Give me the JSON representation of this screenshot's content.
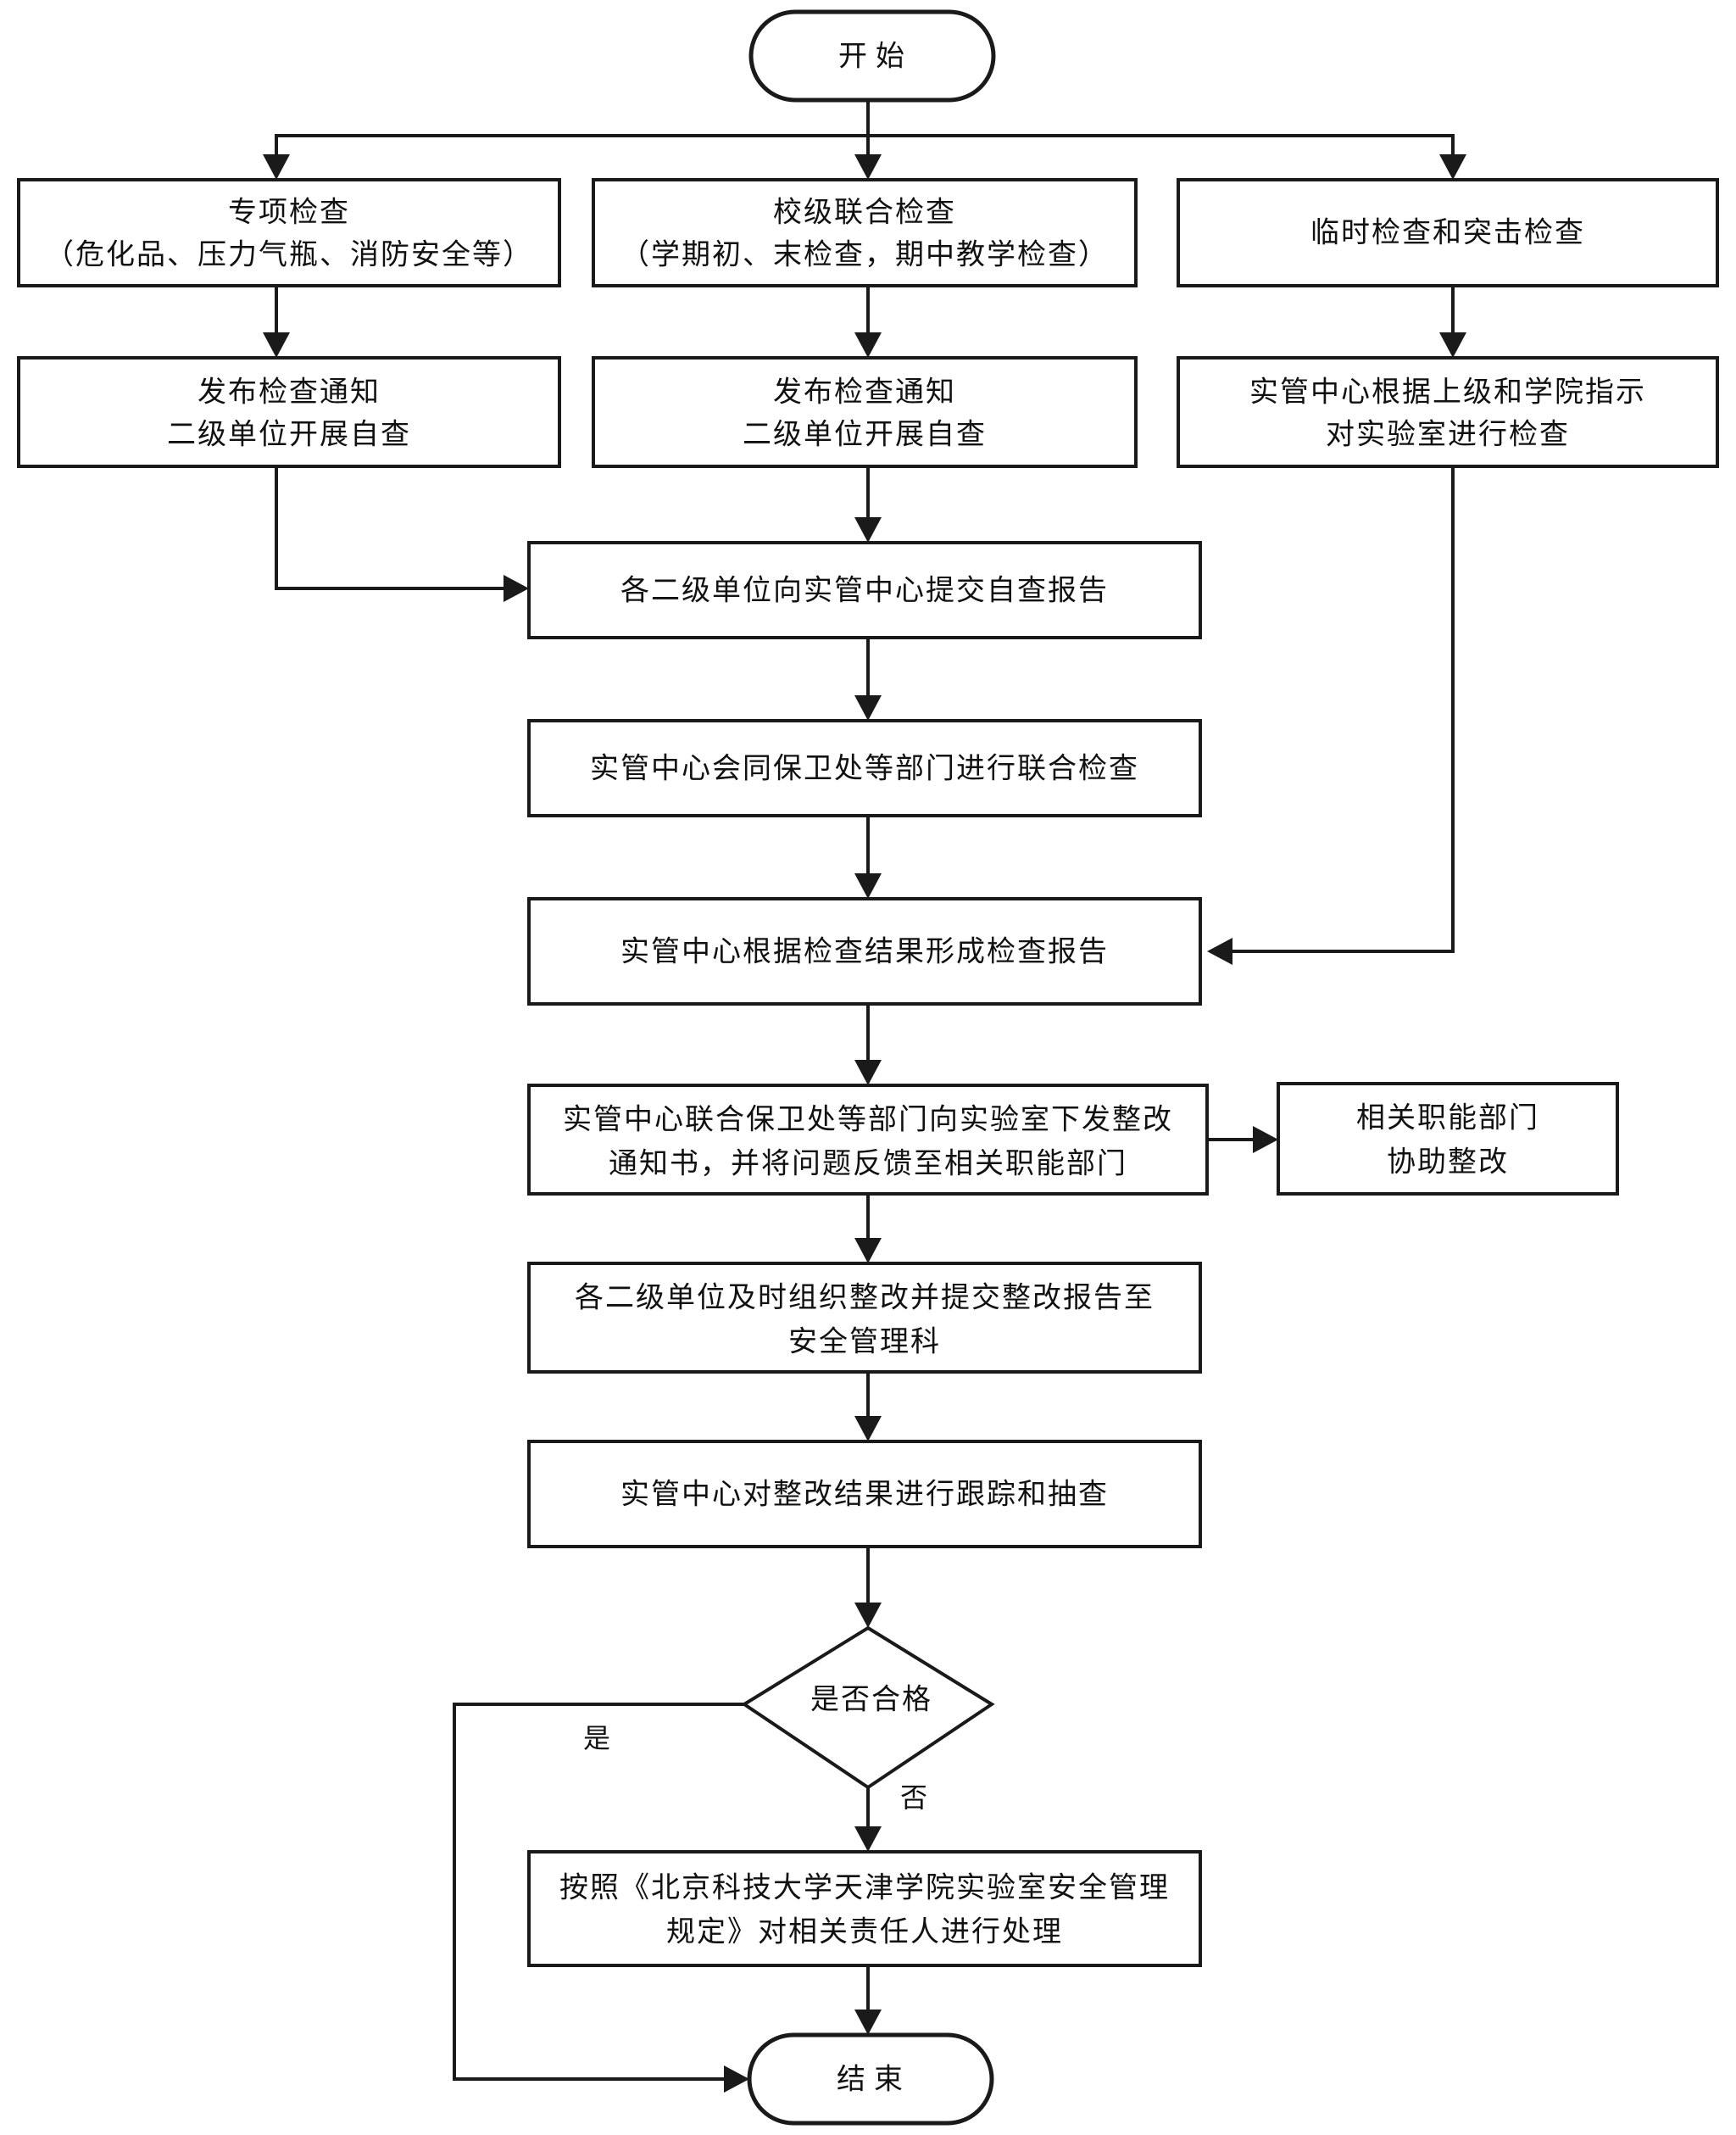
{
  "diagram": {
    "type": "flowchart",
    "orientation": "top-to-bottom",
    "language": "zh-CN",
    "colors": {
      "background": "#ffffff",
      "stroke": "#1a1a1a",
      "text": "#111111",
      "fill": "#ffffff"
    },
    "nodes": [
      {
        "id": "start",
        "shape": "terminator",
        "lines": [
          "开始"
        ]
      },
      {
        "id": "special-check",
        "shape": "process",
        "lines": [
          "专项检查",
          "（危化品、压力气瓶、消防安全等）"
        ]
      },
      {
        "id": "school-joint-check",
        "shape": "process",
        "lines": [
          "校级联合检查",
          "（学期初、末检查，期中教学检查）"
        ]
      },
      {
        "id": "temporary-check",
        "shape": "process",
        "lines": [
          "临时检查和突击检查"
        ]
      },
      {
        "id": "notice-left",
        "shape": "process",
        "lines": [
          "发布检查通知",
          "二级单位开展自查"
        ]
      },
      {
        "id": "notice-middle",
        "shape": "process",
        "lines": [
          "发布检查通知",
          "二级单位开展自查"
        ]
      },
      {
        "id": "center-inspect-lab",
        "shape": "process",
        "lines": [
          "实管中心根据上级和学院指示",
          "对实验室进行检查"
        ]
      },
      {
        "id": "submit-self-report",
        "shape": "process",
        "lines": [
          "各二级单位向实管中心提交自查报告"
        ]
      },
      {
        "id": "joint-inspection",
        "shape": "process",
        "lines": [
          "实管中心会同保卫处等部门进行联合检查"
        ]
      },
      {
        "id": "form-report",
        "shape": "process",
        "lines": [
          "实管中心根据检查结果形成检查报告"
        ]
      },
      {
        "id": "issue-rectification-notice",
        "shape": "process",
        "lines": [
          "实管中心联合保卫处等部门向实验室下发整改",
          "通知书，并将问题反馈至相关职能部门"
        ]
      },
      {
        "id": "departments-assist",
        "shape": "process",
        "lines": [
          "相关职能部门",
          "协助整改"
        ]
      },
      {
        "id": "units-rectify",
        "shape": "process",
        "lines": [
          "各二级单位及时组织整改并提交整改报告至",
          "安全管理科"
        ]
      },
      {
        "id": "track-and-spotcheck",
        "shape": "process",
        "lines": [
          "实管中心对整改结果进行跟踪和抽查"
        ]
      },
      {
        "id": "qualified-decision",
        "shape": "decision",
        "lines": [
          "是否合格"
        ]
      },
      {
        "id": "penalty",
        "shape": "process",
        "lines": [
          "按照《北京科技大学天津学院实验室安全管理",
          "规定》对相关责任人进行处理"
        ]
      },
      {
        "id": "end",
        "shape": "terminator",
        "lines": [
          "结束"
        ]
      }
    ],
    "edge_labels": [
      {
        "id": "yes-label",
        "text": "是"
      },
      {
        "id": "no-label",
        "text": "否"
      }
    ]
  }
}
